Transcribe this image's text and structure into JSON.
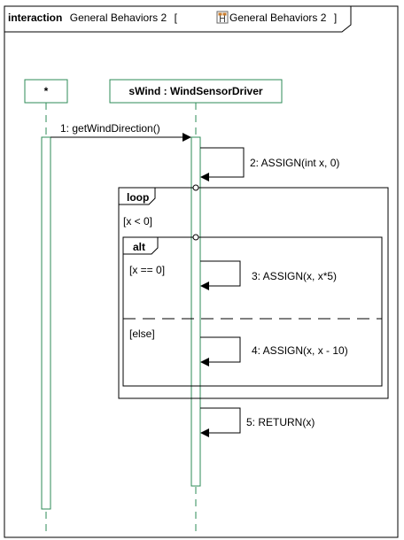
{
  "frame": {
    "keyword": "interaction",
    "name": "General Behaviors 2",
    "bracket_open": "[",
    "ref_name": "General Behaviors 2",
    "bracket_close": "]",
    "ref_icon": "sequence-diagram-icon"
  },
  "lifelines": [
    {
      "label": "*"
    },
    {
      "label": "sWind : WindSensorDriver"
    }
  ],
  "messages": [
    {
      "label": "1: getWindDirection()"
    },
    {
      "label": "2: ASSIGN(int x, 0)"
    },
    {
      "label": "3: ASSIGN(x, x*5)"
    },
    {
      "label": "4: ASSIGN(x, x - 10)"
    },
    {
      "label": "5: RETURN(x)"
    }
  ],
  "fragments": {
    "loop": {
      "operator": "loop",
      "guard": "[x < 0]"
    },
    "alt": {
      "operator": "alt",
      "guard1": "[x == 0]",
      "guard2": "[else]"
    }
  },
  "colors": {
    "line": "#000000",
    "lifeline": "#2e8b57",
    "activation_fill": "#ffffff"
  }
}
